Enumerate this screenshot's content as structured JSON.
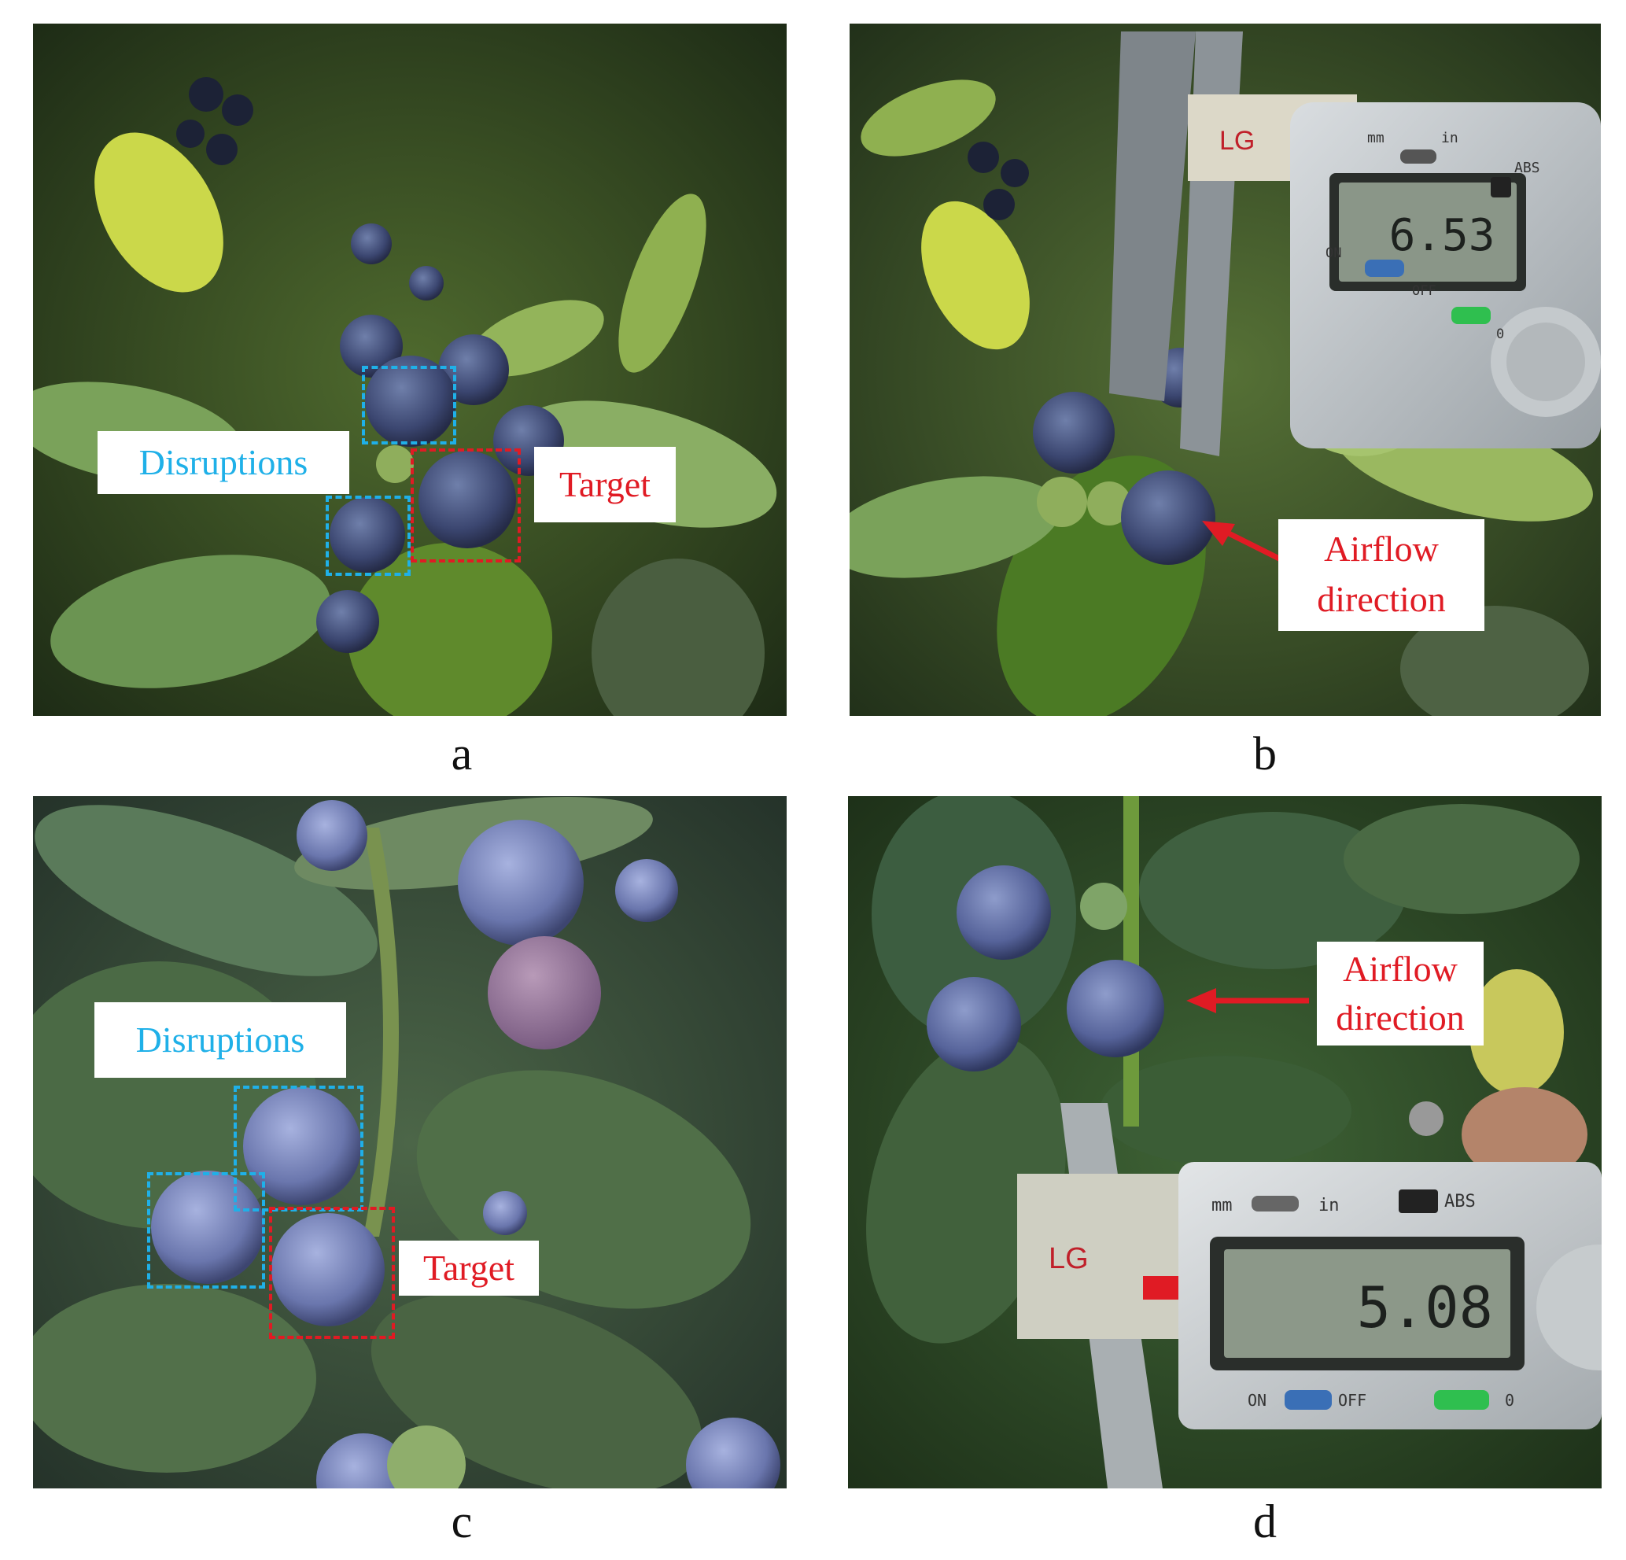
{
  "colors": {
    "disruption": "#1fb0e8",
    "target": "#e01b24",
    "arrow": "#e01b24",
    "leaf": "#4f7a3a",
    "berry": "#3f4d78"
  },
  "panels": {
    "a": {
      "caption": "a",
      "disruptions_label": "Disruptions",
      "target_label": "Target"
    },
    "b": {
      "caption": "b",
      "airflow_line1": "Airflow",
      "airflow_line2": "direction",
      "reading": "6.53",
      "caliper": {
        "mm": "mm",
        "in": "in",
        "abs": "ABS",
        "on": "ON",
        "off": "OFF",
        "zero": "0"
      }
    },
    "c": {
      "caption": "c",
      "disruptions_label": "Disruptions",
      "target_label": "Target"
    },
    "d": {
      "caption": "d",
      "airflow_line1": "Airflow",
      "airflow_line2": "direction",
      "reading": "5.08",
      "caliper": {
        "mm": "mm",
        "in": "in",
        "abs": "ABS",
        "on": "ON",
        "off": "OFF",
        "zero": "0"
      }
    }
  }
}
